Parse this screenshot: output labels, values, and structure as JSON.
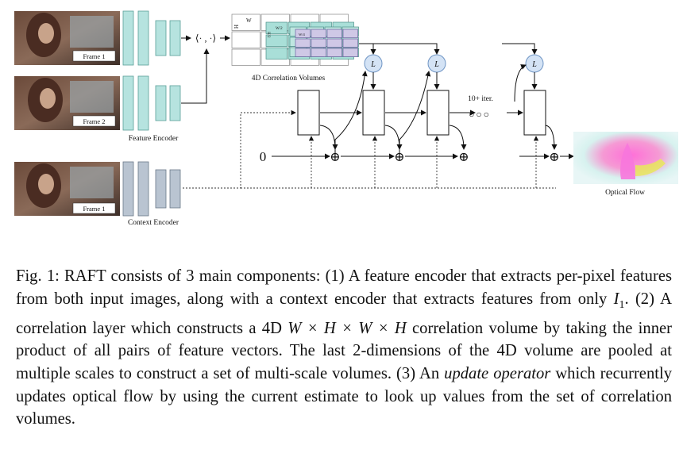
{
  "figure": {
    "frame_labels": [
      "Frame 1",
      "Frame 2",
      "Frame 1"
    ],
    "feature_encoder_label": "Feature Encoder",
    "context_encoder_label": "Context Encoder",
    "inner_product_label": "⟨· , ·⟩",
    "correlation_label": "4D Correlation Volumes",
    "volume_w_label": "W",
    "volume_h_label": "H",
    "volume_w2_label": "W/2",
    "volume_h2_label": "H/2",
    "volume_w4_label": "W/4",
    "lookup_label": "L",
    "zero_label": "0",
    "iterations_label": "10+ iter.",
    "ellipsis_label": "○○○",
    "sum_label": "⊕",
    "optical_flow_label": "Optical Flow",
    "colors": {
      "feature_encoder": "#b6e3df",
      "context_encoder": "#b9c4d1",
      "volume_teal": "#a9dfd8",
      "volume_purple": "#cfc8e6",
      "lookup_fill": "#d4e3f5",
      "lookup_stroke": "#6f95c4"
    }
  },
  "caption": {
    "prefix": "Fig. 1: RAFT consists of 3 main components: (1) A feature encoder that extracts per-pixel features from both input images, along with a context encoder that extracts features from only ",
    "symbol": "I",
    "subscript": "1",
    "middle": ". (2) A correlation layer which constructs a 4D ",
    "math": "W × H × W × H",
    "after_math": " correlation volume by taking the inner product of all pairs of feature vectors. The last 2-dimensions of the 4D volume are pooled at multiple scales to construct a set of multi-scale volumes. (3) An ",
    "emphasis": "update operator",
    "suffix": " which recurrently updates optical flow by using the current estimate to look up values from the set of correlation volumes."
  }
}
